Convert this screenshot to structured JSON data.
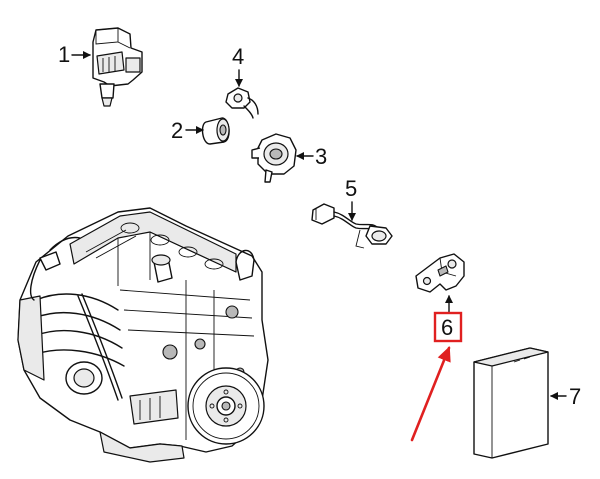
{
  "diagram": {
    "callouts": [
      {
        "id": "1",
        "label": "1"
      },
      {
        "id": "2",
        "label": "2"
      },
      {
        "id": "3",
        "label": "3"
      },
      {
        "id": "4",
        "label": "4"
      },
      {
        "id": "5",
        "label": "5"
      },
      {
        "id": "6",
        "label": "6"
      },
      {
        "id": "7",
        "label": "7"
      }
    ],
    "highlighted_callout": "6",
    "highlight_color": "#e02020",
    "ink_color": "#111111"
  }
}
